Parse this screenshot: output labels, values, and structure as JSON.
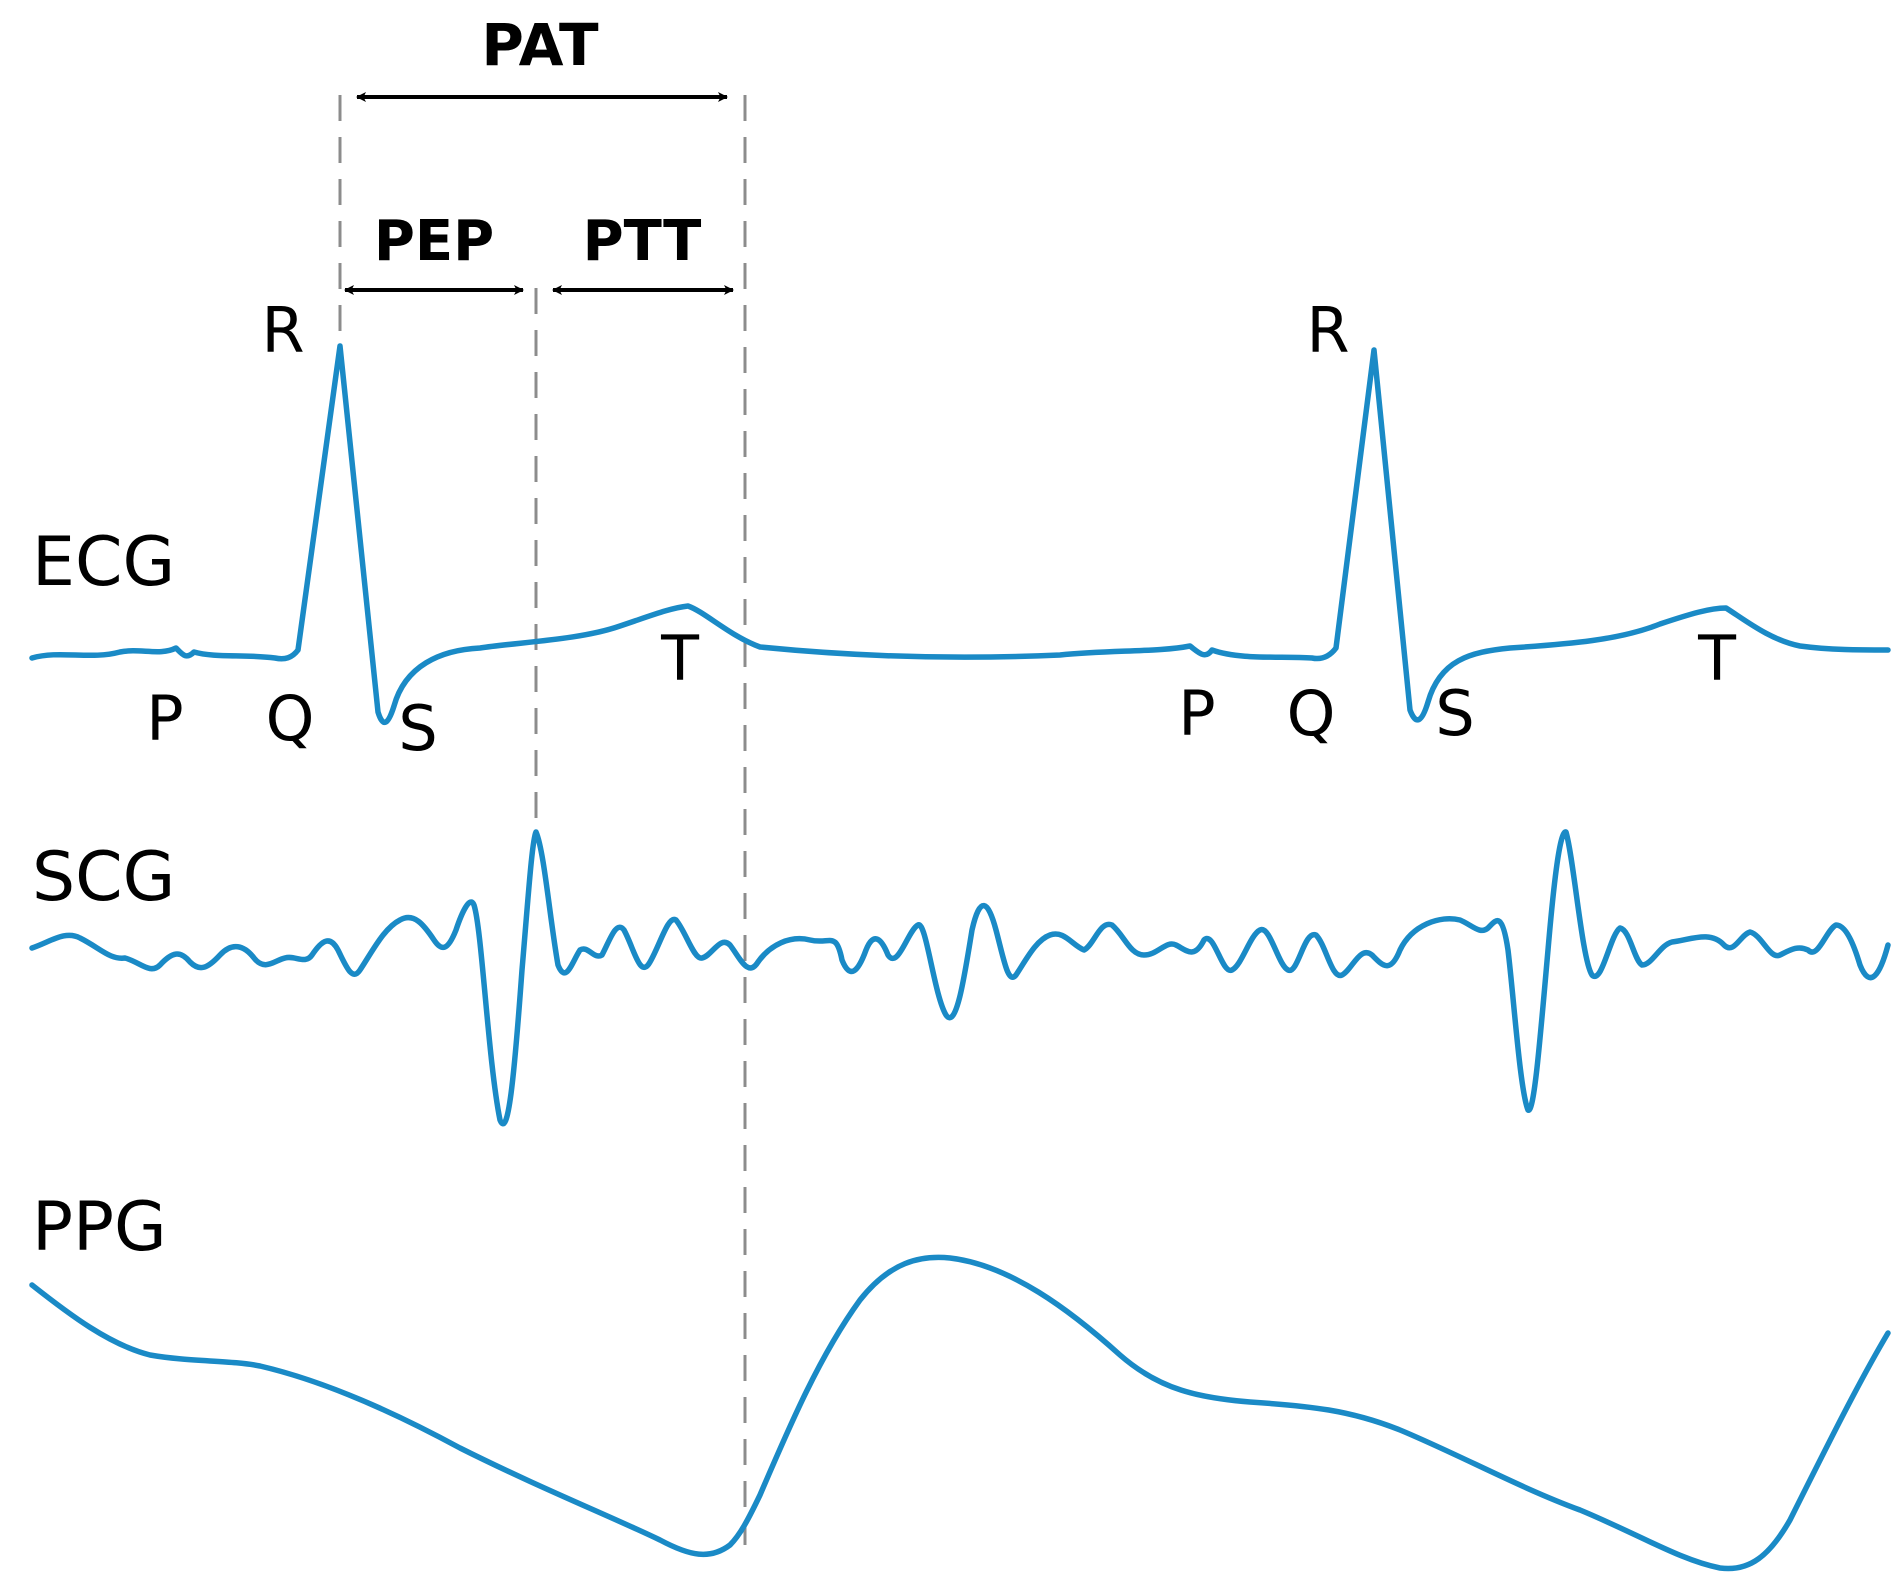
{
  "colors": {
    "trace": "#1a8ac6",
    "guide": "#8c8c8c",
    "text": "#000000"
  },
  "signals": {
    "ecg": "ECG",
    "scg": "SCG",
    "ppg": "PPG"
  },
  "intervals": {
    "pat": "PAT",
    "pep": "PEP",
    "ptt": "PTT"
  },
  "waves": {
    "beat1": {
      "p": "P",
      "q": "Q",
      "r": "R",
      "s": "S",
      "t": "T"
    },
    "beat2": {
      "p": "P",
      "q": "Q",
      "r": "R",
      "s": "S",
      "t": "T"
    }
  }
}
